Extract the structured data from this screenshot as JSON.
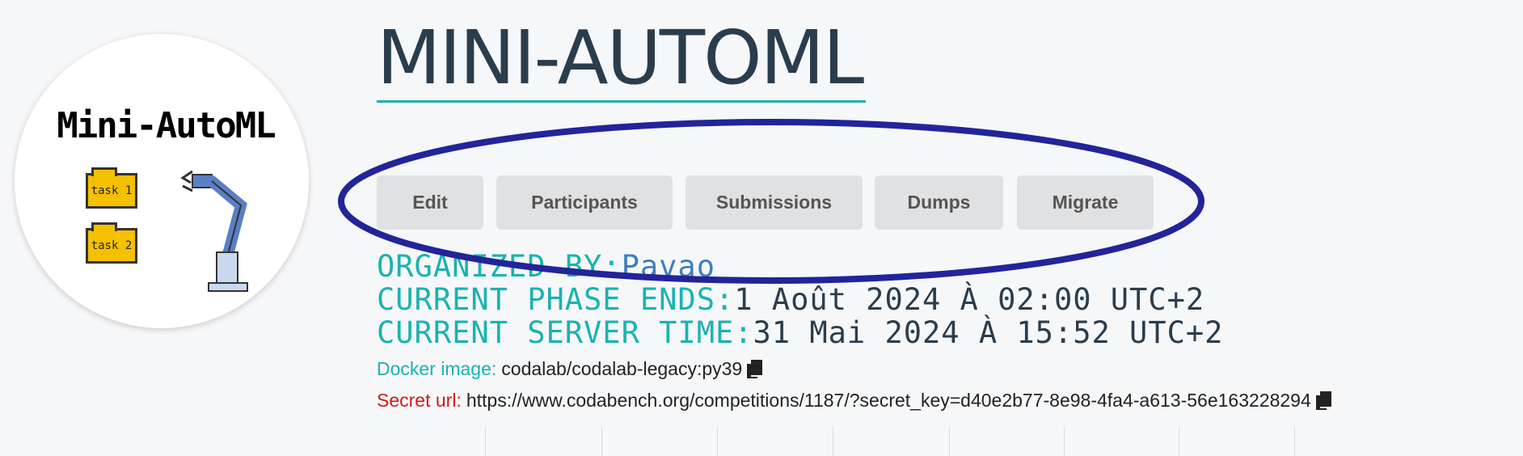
{
  "logo": {
    "text": "Mini-AutoML",
    "folders": [
      "task 1",
      "task 2"
    ]
  },
  "title": "MINI-AUTOML",
  "buttons": [
    {
      "label": "Edit"
    },
    {
      "label": "Participants"
    },
    {
      "label": "Submissions"
    },
    {
      "label": "Dumps"
    },
    {
      "label": "Migrate"
    }
  ],
  "info": {
    "organized_label": "ORGANIZED BY:",
    "organizer": "Pavao",
    "phase_label": "CURRENT PHASE ENDS:",
    "phase_end": "1 Août 2024 À 02:00 UTC+2",
    "server_label": "CURRENT SERVER TIME:",
    "server_time": "31 Mai 2024 À 15:52 UTC+2"
  },
  "docker": {
    "label": "Docker image:",
    "value": "codalab/codalab-legacy:py39"
  },
  "secret": {
    "label": "Secret url:",
    "value": "https://www.codabench.org/competitions/1187/?secret_key=d40e2b77-8e98-4fa4-a613-56e163228294"
  },
  "colors": {
    "accent": "#19b3b0",
    "secret_label": "#d01919",
    "annotation": "#22249a",
    "title": "#2a3d4c"
  }
}
